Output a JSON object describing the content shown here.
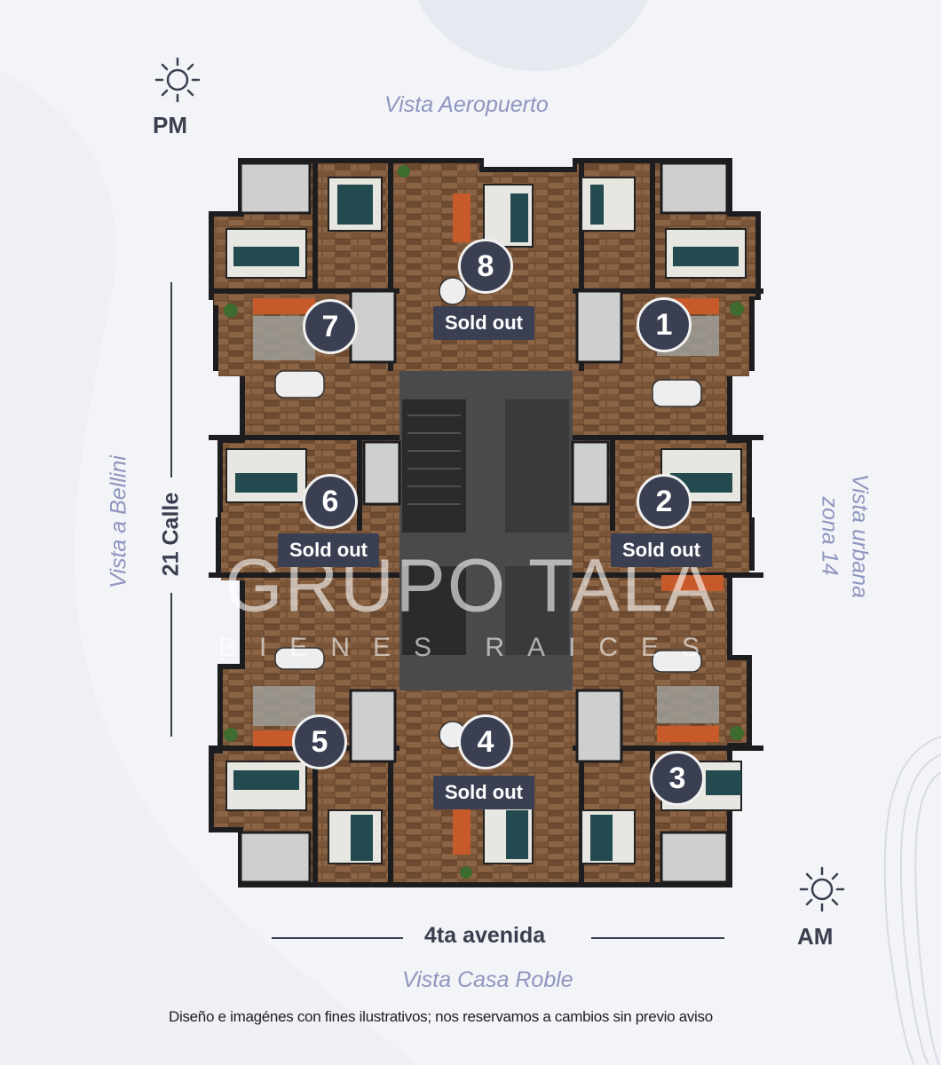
{
  "labels": {
    "view_top": "Vista Aeropuerto",
    "view_bottom": "Vista Casa Roble",
    "view_left": "Vista a Bellini",
    "view_right_line1": "Vista urbana",
    "view_right_line2": "zona 14",
    "street_left": "21 Calle",
    "street_bottom": "4ta avenida",
    "sun_top_label": "PM",
    "sun_bottom_label": "AM",
    "disclaimer": "Diseño e imagénes con fines ilustrativos; nos reservamos a cambios sin previo aviso"
  },
  "watermark": {
    "brand": "GRUPO TALA",
    "subtitle": "BIENES RAICES"
  },
  "units": [
    {
      "number": "1",
      "status": ""
    },
    {
      "number": "2",
      "status": "Sold out"
    },
    {
      "number": "3",
      "status": ""
    },
    {
      "number": "4",
      "status": "Sold out"
    },
    {
      "number": "5",
      "status": ""
    },
    {
      "number": "6",
      "status": "Sold out"
    },
    {
      "number": "7",
      "status": ""
    },
    {
      "number": "8",
      "status": "Sold out"
    }
  ],
  "icons": {
    "sun": "sun-icon"
  },
  "colors": {
    "badge": "#3b3f52",
    "view_text": "#8e96bf",
    "street_text": "#3a3e4e",
    "background": "#f3f4f8"
  }
}
